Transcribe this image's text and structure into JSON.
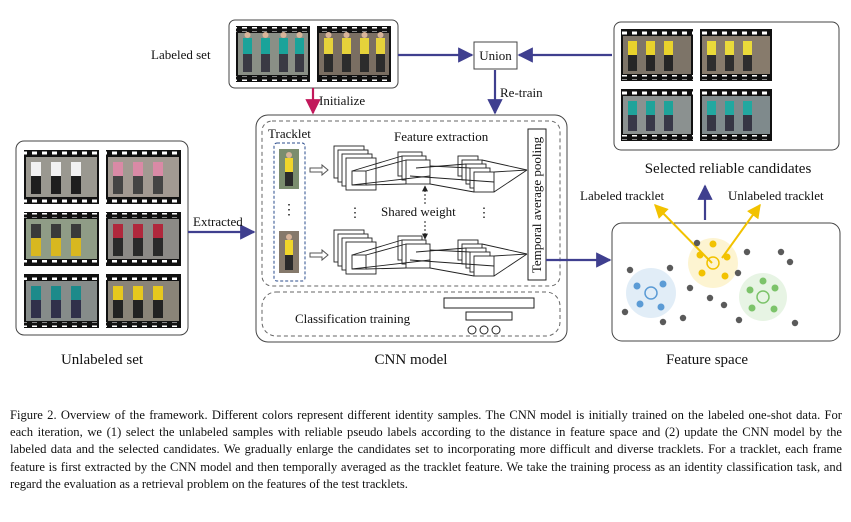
{
  "labels": {
    "labeled_set": "Labeled set",
    "union": "Union",
    "initialize": "Initialize",
    "re_train": "Re-train",
    "tracklet": "Tracklet",
    "feature_extraction": "Feature extraction",
    "shared_weight": "Shared weight",
    "temporal_pooling": "Temporal average pooling",
    "classification_training": "Classification training",
    "extracted": "Extracted",
    "unlabeled_set": "Unlabeled set",
    "cnn_model": "CNN model",
    "feature_space": "Feature space",
    "selected_candidates": "Selected reliable candidates",
    "labeled_tracklet": "Labeled tracklet",
    "unlabeled_tracklet": "Unlabeled tracklet"
  },
  "colors": {
    "initialize_arrow": "#c2185b",
    "flow_arrow": "#3f3f8f",
    "blue_cluster": "#5b9bd5",
    "yellow_cluster": "#f2c200",
    "green_cluster": "#7cc36a",
    "gray_point": "#5a5a5a"
  },
  "caption": "Figure 2. Overview of the framework. Different colors represent different identity samples. The CNN model is initially trained on the labeled one-shot data. For each iteration, we (1) select the unlabeled samples with reliable pseudo labels according to the distance in feature space and (2) update the CNN model by the labeled data and the selected candidates. We gradually enlarge the candidates set to incorporating more difficult and diverse tracklets. For a tracklet, each frame feature is first extracted by the CNN model and then temporally averaged as the tracklet feature. We take the training process as an identity classification task, and regard the evaluation as a retrieval problem on the features of the test tracklets."
}
